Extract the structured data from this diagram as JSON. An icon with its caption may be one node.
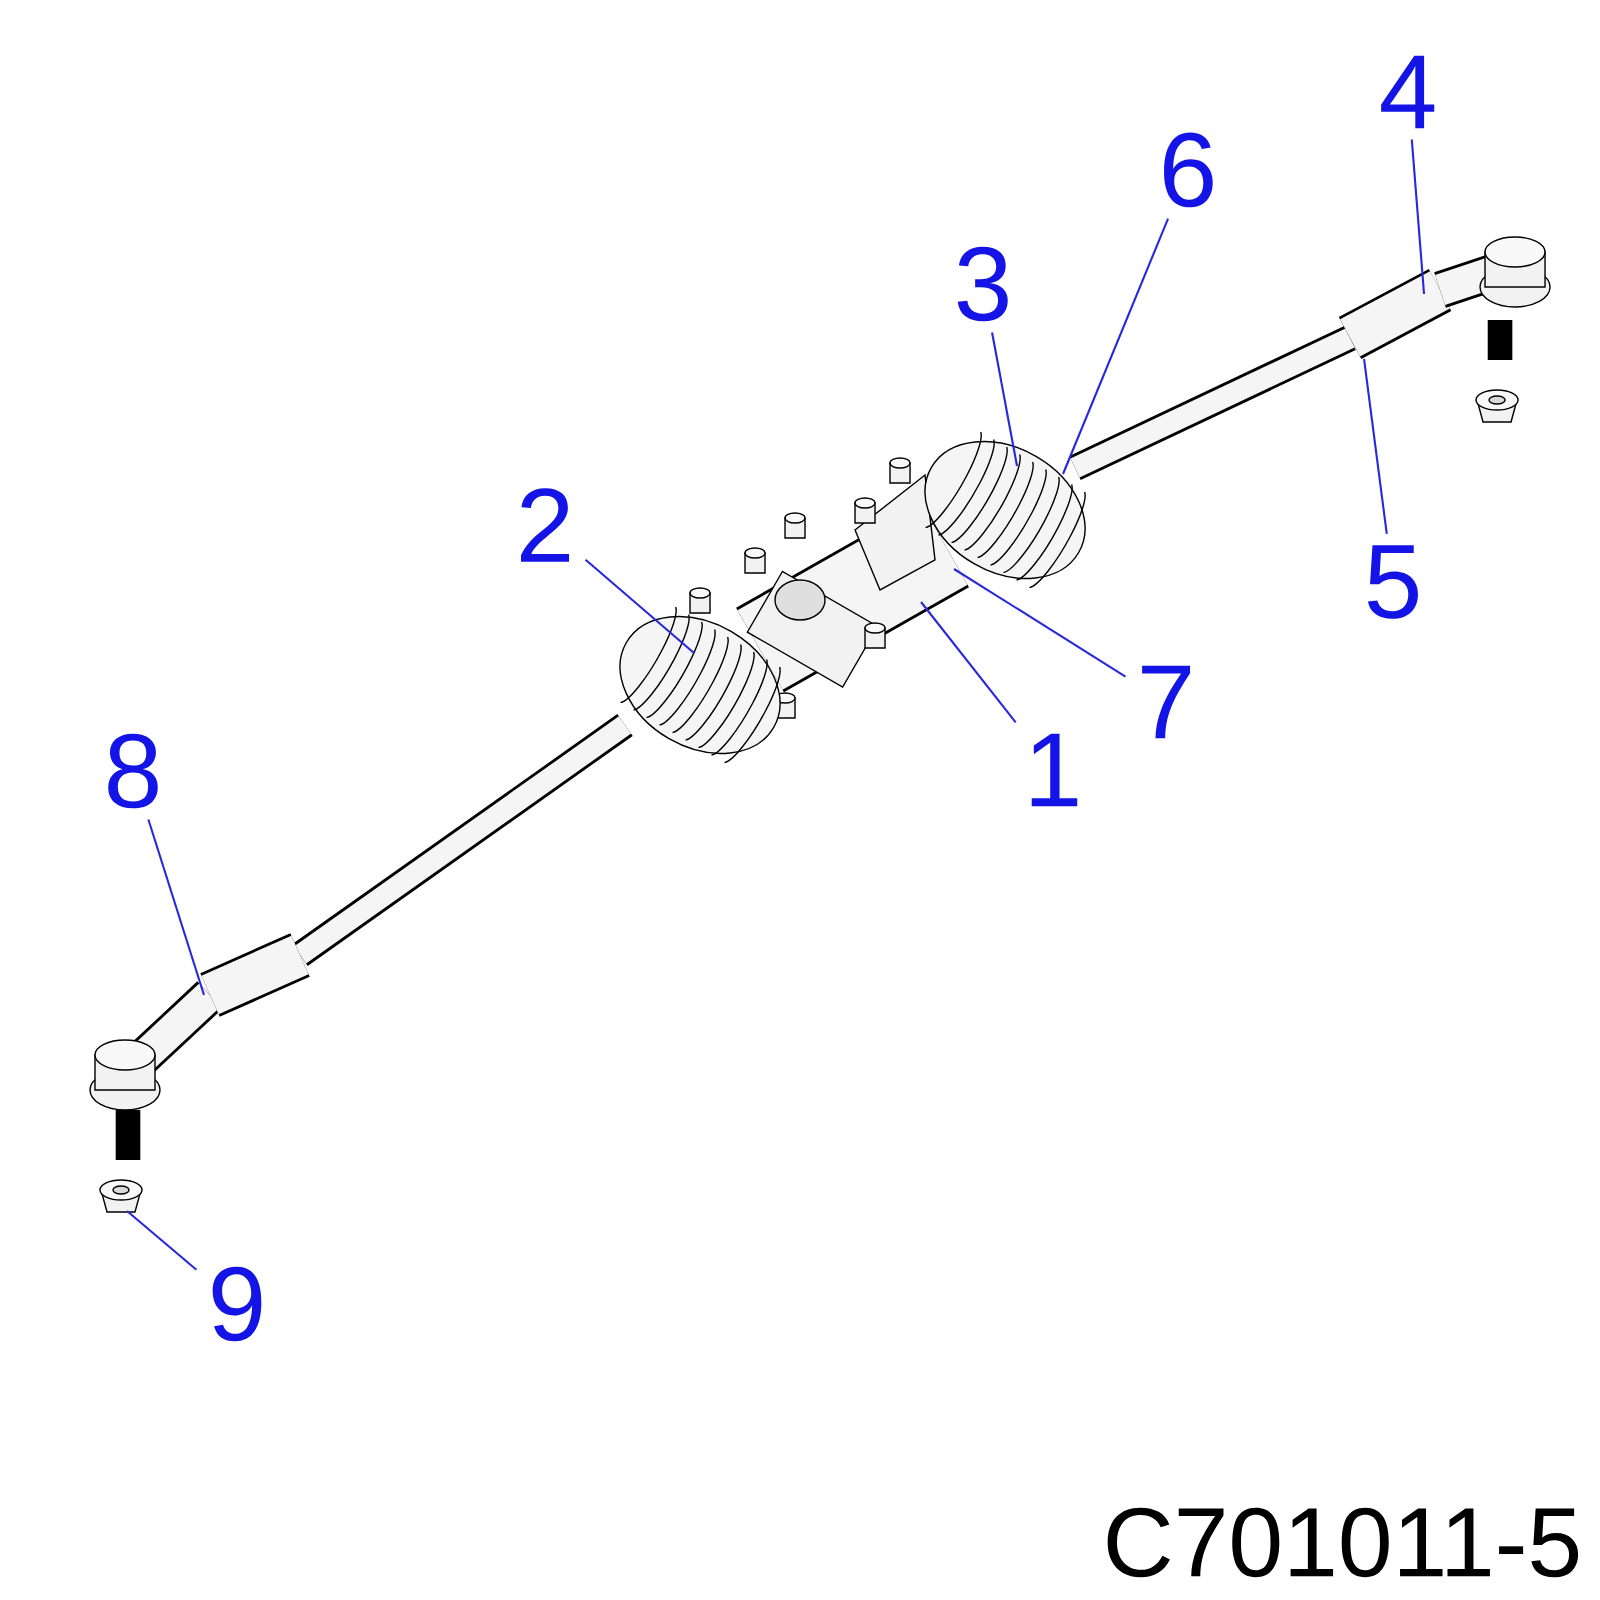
{
  "diagram": {
    "nodes": [
      {
        "text": [
          "1"
        ]
      },
      {
        "text": [
          "2"
        ]
      },
      {
        "text": [
          "3"
        ]
      },
      {
        "text": [
          "4"
        ]
      },
      {
        "text": [
          "5"
        ]
      },
      {
        "text": [
          "6"
        ]
      },
      {
        "text": [
          "7"
        ]
      },
      {
        "text": [
          "8"
        ]
      },
      {
        "text": [
          "9"
        ]
      }
    ],
    "edges": [
      {
        "from": 0,
        "to": null,
        "arrow": "none"
      },
      {
        "from": 1,
        "to": null,
        "arrow": "none"
      },
      {
        "from": 2,
        "to": null,
        "arrow": "none"
      },
      {
        "from": 3,
        "to": null,
        "arrow": "none"
      },
      {
        "from": 4,
        "to": null,
        "arrow": "none"
      },
      {
        "from": 5,
        "to": null,
        "arrow": "none"
      },
      {
        "from": 6,
        "to": null,
        "arrow": "none"
      },
      {
        "from": 7,
        "to": null,
        "arrow": "none"
      },
      {
        "from": 8,
        "to": null,
        "arrow": "none"
      }
    ],
    "labels": [
      "C701011-5"
    ]
  }
}
